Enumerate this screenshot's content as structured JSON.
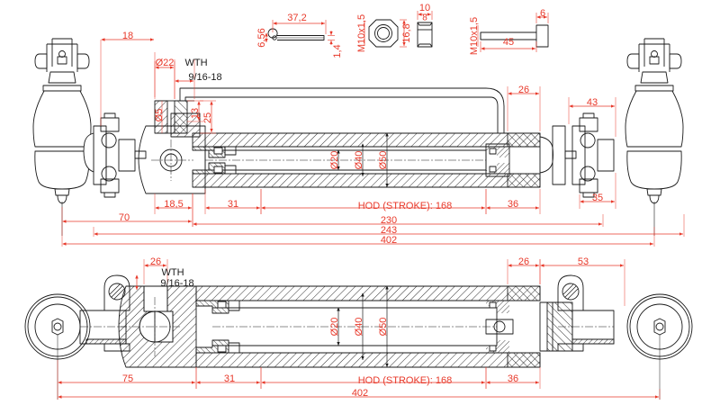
{
  "drawing": {
    "title": "Hydraulic steering cylinder assembly drawing",
    "background_color": "#ffffff",
    "line_color": "#1a1a1a",
    "dimension_color": "#e8392a",
    "views": [
      "top-section-view",
      "bottom-section-view"
    ]
  },
  "parts_detail": {
    "cotter_pin": {
      "name": "cotter-pin",
      "eye_dim": "6,56",
      "length": "37,2",
      "thickness": "1,4"
    },
    "castle_nut": {
      "name": "castle-nut",
      "thread": "M10x1,5",
      "across_flats": "16,8",
      "height_total": "10",
      "height_body": "8"
    },
    "stud_bolt": {
      "name": "stud-bolt",
      "thread": "M10x1,5",
      "length": "45",
      "head_width": "6"
    }
  },
  "top_view": {
    "dim_18": "18",
    "dim_d22": "Ø22",
    "wth_label": "WTH",
    "wth_thread": "9/16-18",
    "dim_d5": "Ø5",
    "dim_13": "13",
    "dim_25": "25",
    "dim_d20": "Ø20",
    "dim_d40": "Ø40",
    "dim_d50": "Ø50",
    "dim_26": "26",
    "dim_43": "43",
    "dim_35": "35",
    "dim_70": "70",
    "dim_18_5": "18,5",
    "dim_31": "31",
    "stroke": "HOD (STROKE): 168",
    "dim_36": "36",
    "dim_230": "230",
    "dim_243": "243",
    "dim_402": "402"
  },
  "bottom_view": {
    "dim_26": "26",
    "wth_label": "WTH",
    "wth_thread": "9/16-18",
    "dim_d20": "Ø20",
    "dim_d40": "Ø40",
    "dim_d50": "Ø50",
    "dim_26_right": "26",
    "dim_53": "53",
    "dim_75": "75",
    "dim_31": "31",
    "stroke": "HOD (STROKE): 168",
    "dim_36": "36",
    "dim_402": "402"
  }
}
